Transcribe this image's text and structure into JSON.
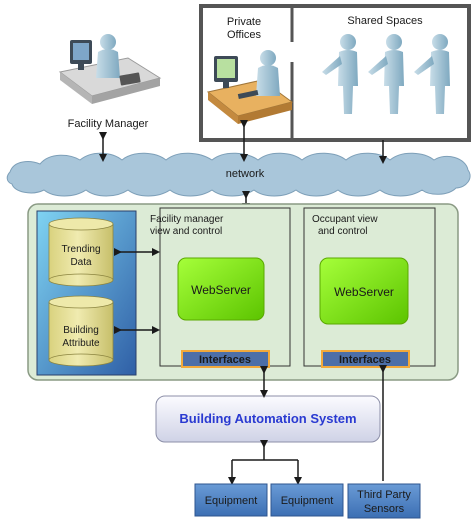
{
  "labels": {
    "facility_manager": "Facility Manager",
    "private_offices_line1": "Private",
    "private_offices_line2": "Offices",
    "shared_spaces": "Shared Spaces",
    "network": "network",
    "fm_view_line1": "Facility manager",
    "fm_view_line2": "view and control",
    "occ_view_line1": "Occupant view",
    "occ_view_line2": "and control",
    "trending_line1": "Trending",
    "trending_line2": "Data",
    "building_line1": "Building",
    "building_line2": "Attribute",
    "webserver_fm": "WebServer",
    "webserver_occ": "WebServer",
    "interfaces_fm": "Interfaces",
    "interfaces_occ": "Interfaces",
    "bas": "Building Automation System",
    "equipment_1": "Equipment",
    "equipment_2": "Equipment",
    "third_party_line1": "Third Party",
    "third_party_line2": "Sensors"
  },
  "colors": {
    "server_panel": "#dcebd6",
    "database": "#e6e09a",
    "webserver": "#7fe000",
    "interfaces": "#f2a93b",
    "interfaces_fill": "#4d6fa8",
    "bas_text": "#2a3ad1",
    "equipment": "#4a80c4",
    "network": "#a9c6da"
  }
}
